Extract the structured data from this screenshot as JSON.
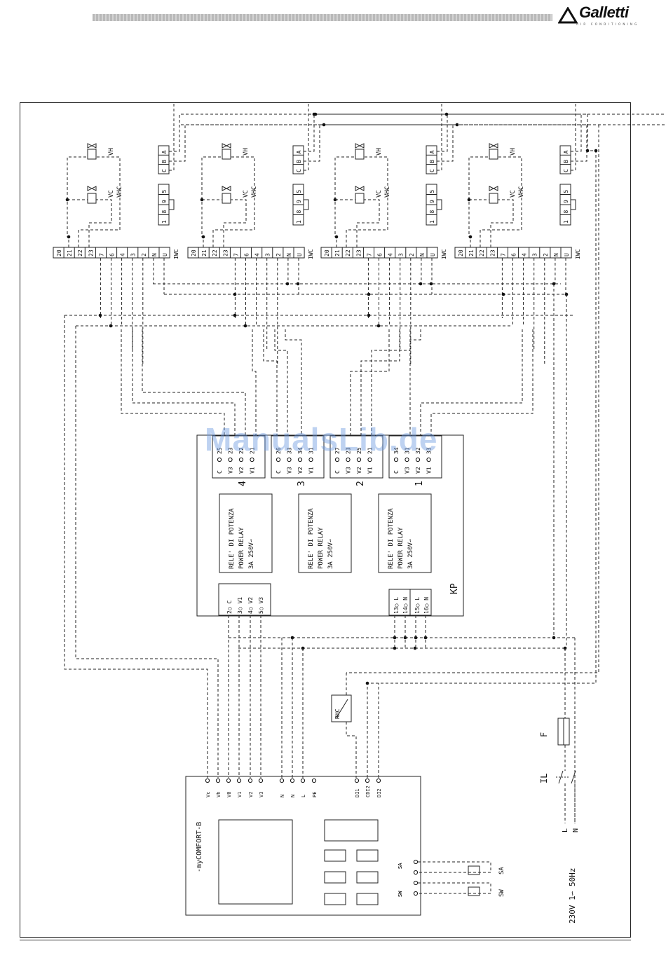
{
  "brand": {
    "name": "Galletti",
    "sub": "AIR CONDITIONING"
  },
  "watermark": "ManualsLib.de",
  "units": [
    {
      "relay_pins": [
        "C",
        "V3",
        "V2",
        "V1"
      ],
      "relay_nums": [
        "25",
        "23",
        "22",
        "21"
      ],
      "relay_num": "4"
    },
    {
      "relay_pins": [
        "C",
        "V3",
        "V2",
        "V1"
      ],
      "relay_nums": [
        "26",
        "33",
        "34",
        "31"
      ],
      "relay_num": "3"
    },
    {
      "relay_pins": [
        "C",
        "V3",
        "V2",
        "V1"
      ],
      "relay_nums": [
        "27",
        "23",
        "25",
        "21"
      ],
      "relay_num": "2"
    },
    {
      "relay_pins": [
        "C",
        "V3",
        "V2",
        "V1"
      ],
      "relay_nums": [
        "34",
        "31",
        "32",
        "33"
      ],
      "relay_num": "1"
    }
  ],
  "iwc_terminals": [
    "20",
    "21",
    "22",
    "23",
    "7",
    "6",
    "4",
    "3",
    "2",
    "N",
    "U"
  ],
  "iwc_label": "IWC",
  "valve_labels": {
    "heat": "VH",
    "cool": "VC",
    "heat_cool": "VHC"
  },
  "cba_terminals": [
    "C",
    "B",
    "A"
  ],
  "aux_terminals": [
    "1",
    "8",
    "9",
    "5"
  ],
  "kp": {
    "label": "KP",
    "relay_box": [
      "RELE' DI POTENZA",
      "POWER RELAY",
      "3A 250V∽"
    ],
    "left_block": [
      "2○ C",
      "3○ V1",
      "4○ V2",
      "5○ V3"
    ],
    "right_block_a": [
      "13○ L",
      "14○ N"
    ],
    "right_block_b": [
      "15○ L",
      "16○ N"
    ]
  },
  "rhc": "RHC",
  "mycomfort": {
    "label": "-myCOMFORT-B",
    "terminals": [
      "Vc",
      "Vh",
      "V0",
      "V1",
      "V2",
      "V3",
      "N",
      "N",
      "L",
      "PE",
      "DI1",
      "CDI2",
      "DI2"
    ],
    "sensor_terms": [
      "SW",
      "SW",
      "SA",
      "SA"
    ]
  },
  "sensors": [
    "SA",
    "SW"
  ],
  "power": {
    "fuse": "F",
    "switch": "IL",
    "line": "L",
    "neutral": "N",
    "spec": "230V 1∽ 50Hz"
  }
}
